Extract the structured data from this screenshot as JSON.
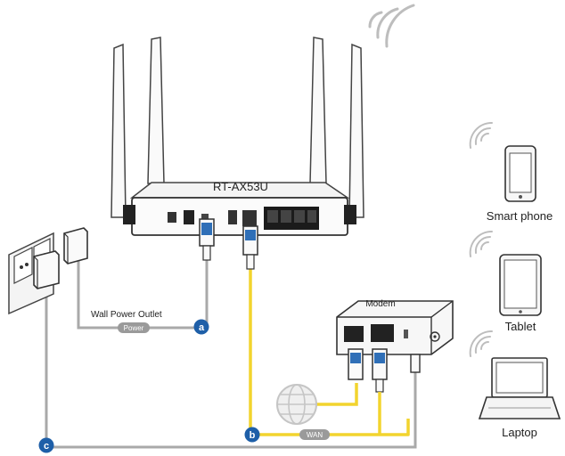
{
  "router": {
    "model": "RT-AX53U"
  },
  "devices": {
    "smartphone": "Smart phone",
    "tablet": "Tablet",
    "laptop": "Laptop"
  },
  "labels": {
    "wall_power_outlet": "Wall Power Outlet",
    "modem": "Modem",
    "power_tag": "Power",
    "wan_tag": "WAN"
  },
  "markers": {
    "a": "a",
    "b": "b",
    "c": "c"
  },
  "colors": {
    "cable_yellow": "#f2d42e",
    "cable_gray": "#a9a9a9",
    "badge_blue": "#1e5fa8",
    "outline": "#444444"
  }
}
